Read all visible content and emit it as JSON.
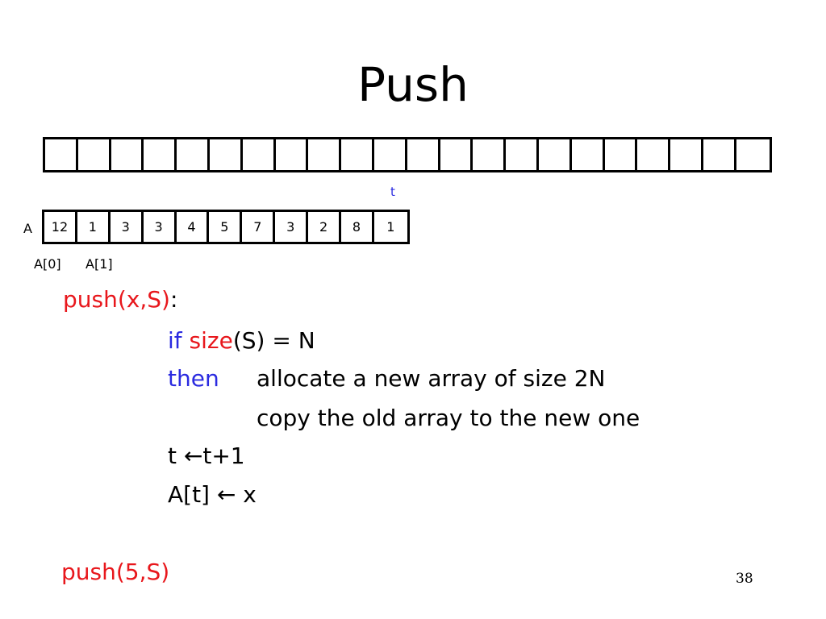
{
  "title": "Push",
  "big_array": {
    "cell_count": 22
  },
  "pointer_label": "t",
  "array": {
    "name": "A",
    "cells": [
      "12",
      "1",
      "3",
      "3",
      "4",
      "5",
      "7",
      "3",
      "2",
      "8",
      "1"
    ],
    "index_labels": [
      "A[0]",
      "A[1]"
    ]
  },
  "code": {
    "signature": "push(x,S)",
    "signature_colon": ":",
    "if_keyword": "if",
    "size_fn": "size",
    "if_rest": "(S) = N",
    "then_keyword": "then",
    "then_line1": "allocate a new array of size 2N",
    "then_line2": "copy the old array to the new one",
    "line_t": "t ←t+1",
    "line_assign": "A[t] ← x"
  },
  "call_example": "push(5,S)",
  "page_number": "38",
  "colors": {
    "red": "#e8171c",
    "blue": "#2b2be0"
  }
}
